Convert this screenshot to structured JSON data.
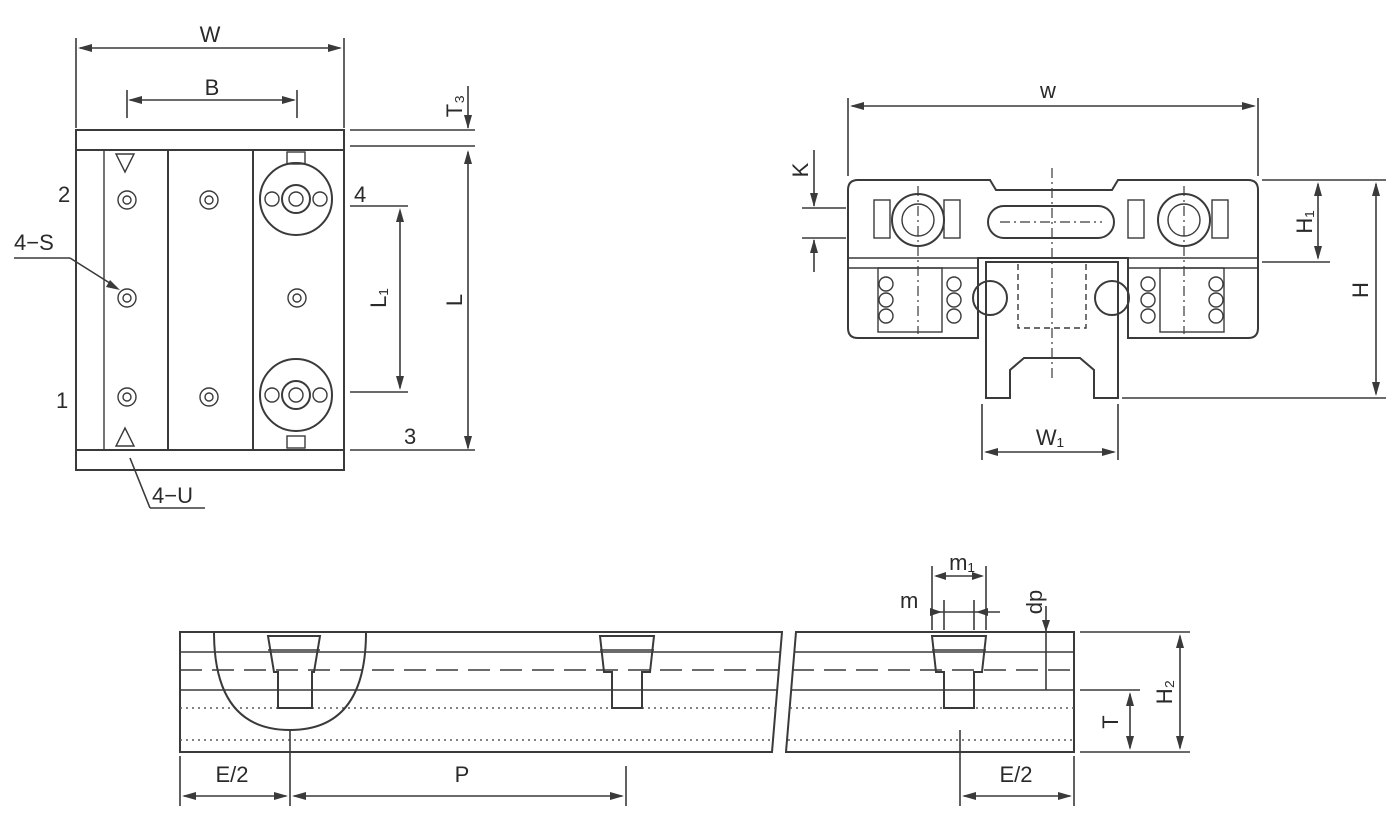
{
  "top_view": {
    "label_W": "W",
    "label_B": "B",
    "label_T3": "T₃",
    "label_L": "L",
    "label_L1": "L₁",
    "label_2": "2",
    "label_4": "4",
    "label_1": "1",
    "label_3": "3",
    "label_4S": "4−S",
    "label_4U": "4−U"
  },
  "end_view": {
    "label_w": "w",
    "label_K": "K",
    "label_H1": "H₁",
    "label_H": "H",
    "label_W1": "W₁"
  },
  "rail_view": {
    "label_m1": "m₁",
    "label_m": "m",
    "label_dp": "dp",
    "label_H2": "H₂",
    "label_T": "T",
    "label_E2_left": "E/2",
    "label_P": "P",
    "label_E2_right": "E/2"
  }
}
